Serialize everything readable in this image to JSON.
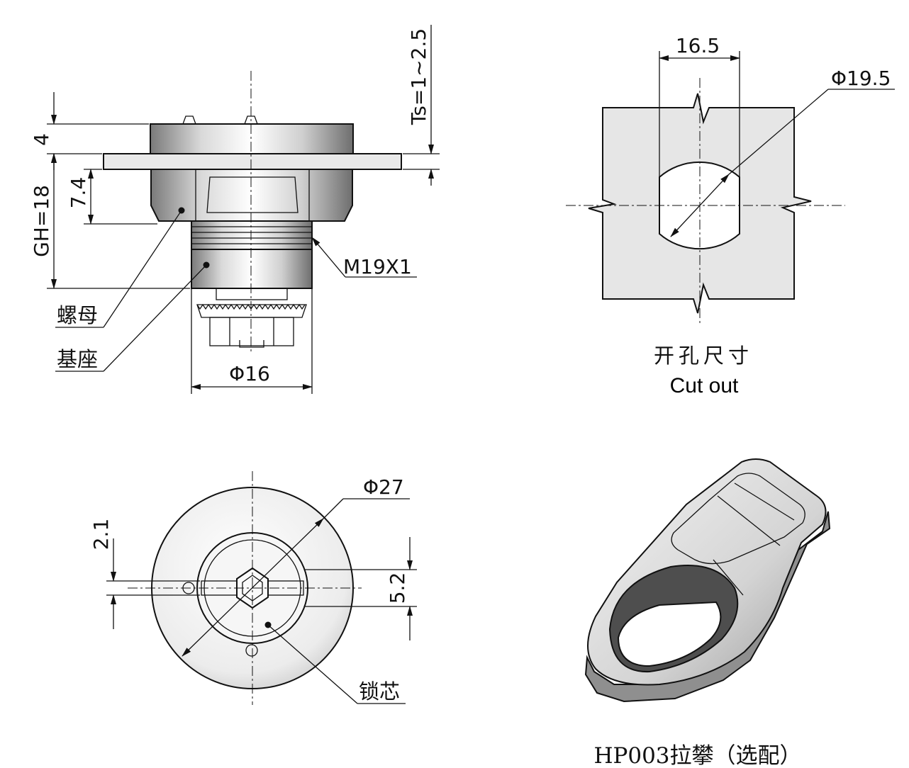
{
  "side_view": {
    "dims": {
      "top_thickness": "4",
      "grip_height": "GH=18",
      "nut_height": "7.4",
      "panel_thickness": "Ts=1~2.5",
      "thread": "M19X1",
      "body_diameter": "Φ16"
    },
    "labels": {
      "nut": "螺母",
      "base": "基座"
    }
  },
  "cutout_view": {
    "dims": {
      "width": "16.5",
      "diameter": "Φ19.5"
    },
    "caption_cn": "开孔尺寸",
    "caption_en": "Cut out"
  },
  "front_view": {
    "dims": {
      "outer_diameter": "Φ27",
      "offset": "2.1",
      "key_width": "5.2"
    },
    "labels": {
      "core": "锁芯"
    }
  },
  "accessory": {
    "caption": "HP003拉攀（选配）"
  },
  "colors": {
    "line": "#111111",
    "panel_fill": "#e6e6e6",
    "metal_light": "#f2f2f2",
    "metal_dark": "#8c8c8c"
  }
}
